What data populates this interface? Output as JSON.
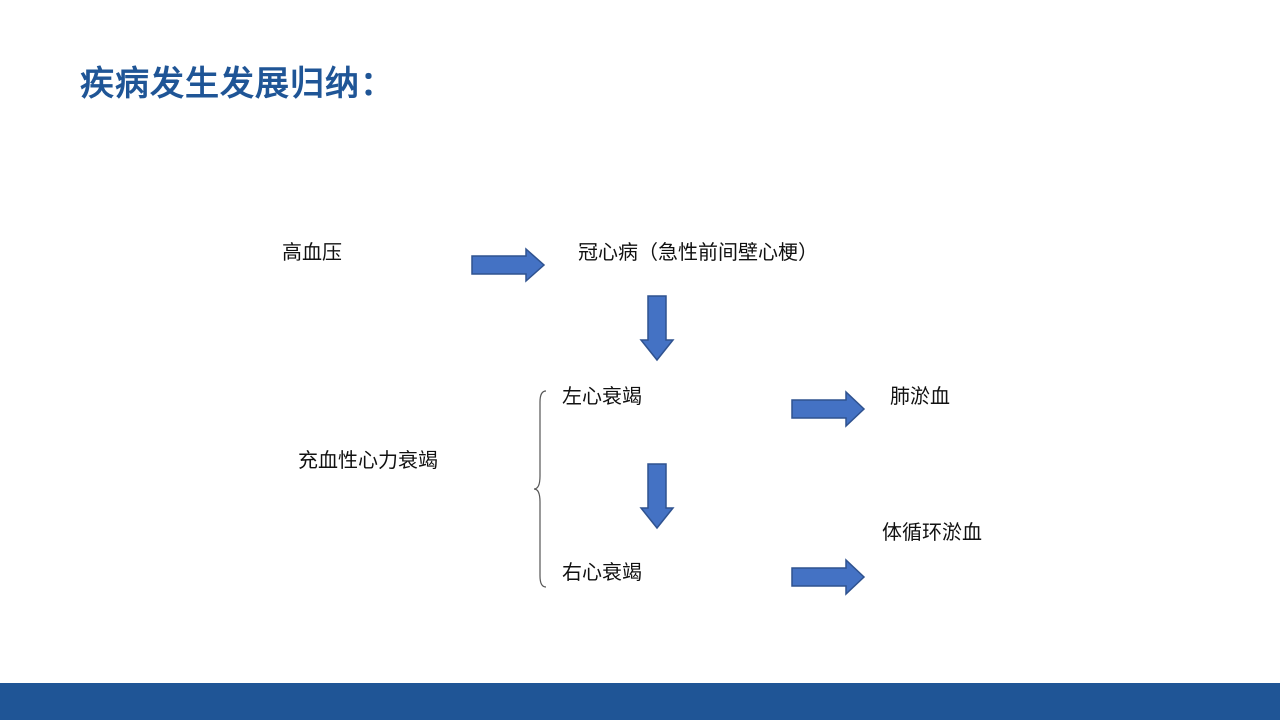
{
  "title": "疾病发生发展归纳：",
  "nodes": {
    "hypertension": "高血压",
    "coronary": "冠心病（急性前间壁心梗）",
    "left_hf": "左心衰竭",
    "right_hf": "右心衰竭",
    "chf": "充血性心力衰竭",
    "pulmonary": "肺淤血",
    "systemic": "体循环淤血"
  },
  "colors": {
    "title": "#1f5596",
    "arrow_fill": "#4472c4",
    "arrow_stroke": "#2f528f",
    "footer": "#1f5596",
    "brace": "#555555"
  }
}
